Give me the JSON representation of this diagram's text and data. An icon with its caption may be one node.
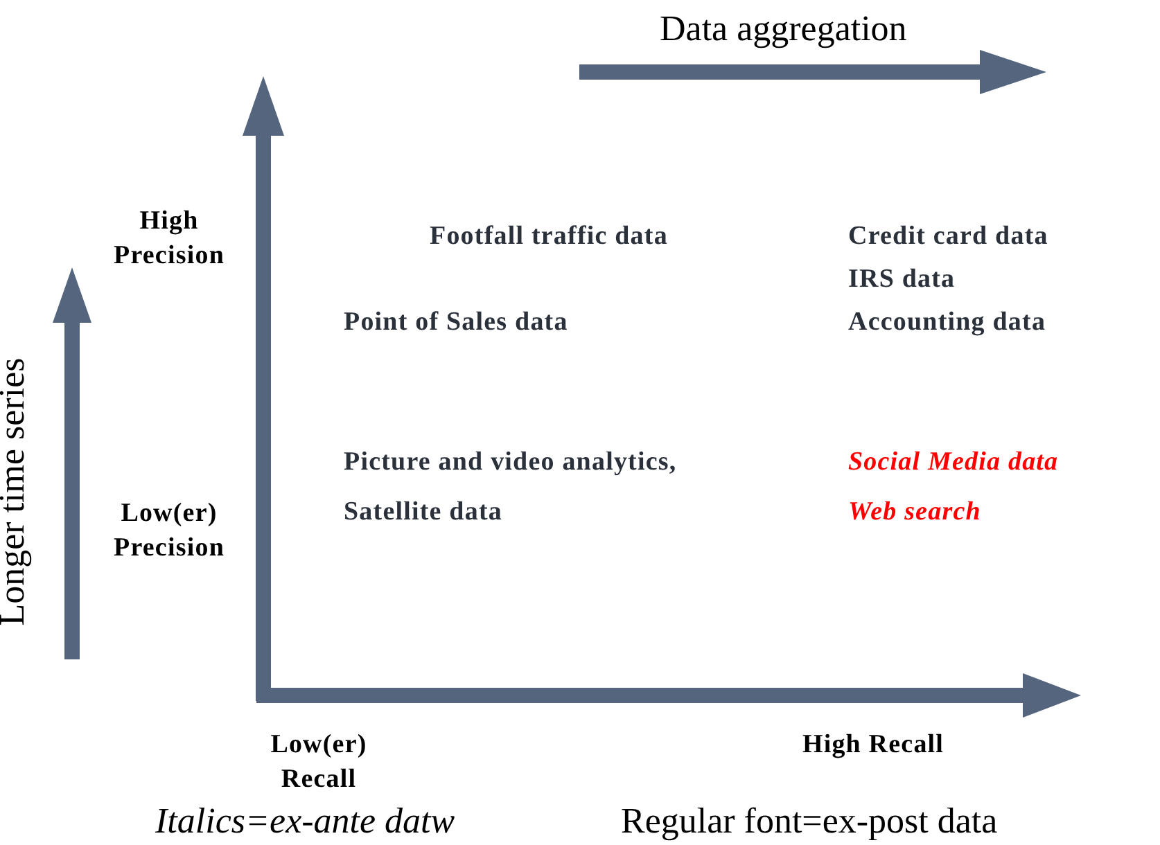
{
  "diagram": {
    "labels": [
      "Data aggregation",
      "High Precision",
      "Footfall traffic data",
      "Credit card data",
      "IRS data",
      "Point of Sales data",
      "Accounting data",
      "Longer time series",
      "Picture and video analytics,",
      "Social Media data",
      "Low(er) Precision",
      "Satellite data",
      "Web search",
      "Low(er) Recall",
      "High Recall",
      "Italics=ex-ante datw",
      "Regular font=ex-post data"
    ]
  }
}
